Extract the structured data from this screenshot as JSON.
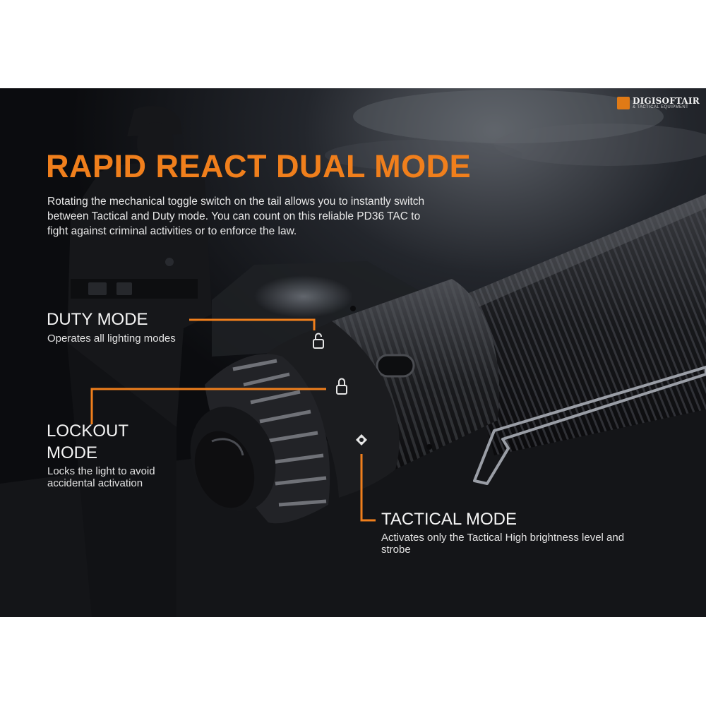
{
  "banner": {
    "logo": {
      "brand": "DIGISOFTAIR",
      "sub": "& TACTICAL EQUIPMENT"
    },
    "headline": "RAPID REACT DUAL MODE",
    "intro": "Rotating the mechanical toggle switch on the tail allows you to instantly switch between Tactical and Duty mode. You can count on this reliable PD36 TAC to fight against criminal activities or to enforce the law.",
    "modes": [
      {
        "title": "DUTY MODE",
        "description": "Operates all lighting modes"
      },
      {
        "title_line1": "LOCKOUT",
        "title_line2": "MODE",
        "description": "Locks the light to avoid accidental activation"
      },
      {
        "title": "TACTICAL MODE",
        "description": "Activates only the Tactical High brightness level and strobe"
      }
    ],
    "colors": {
      "accent": "#f07f1c",
      "background": "#0b0c0f",
      "text": "#f4f4f4"
    }
  }
}
